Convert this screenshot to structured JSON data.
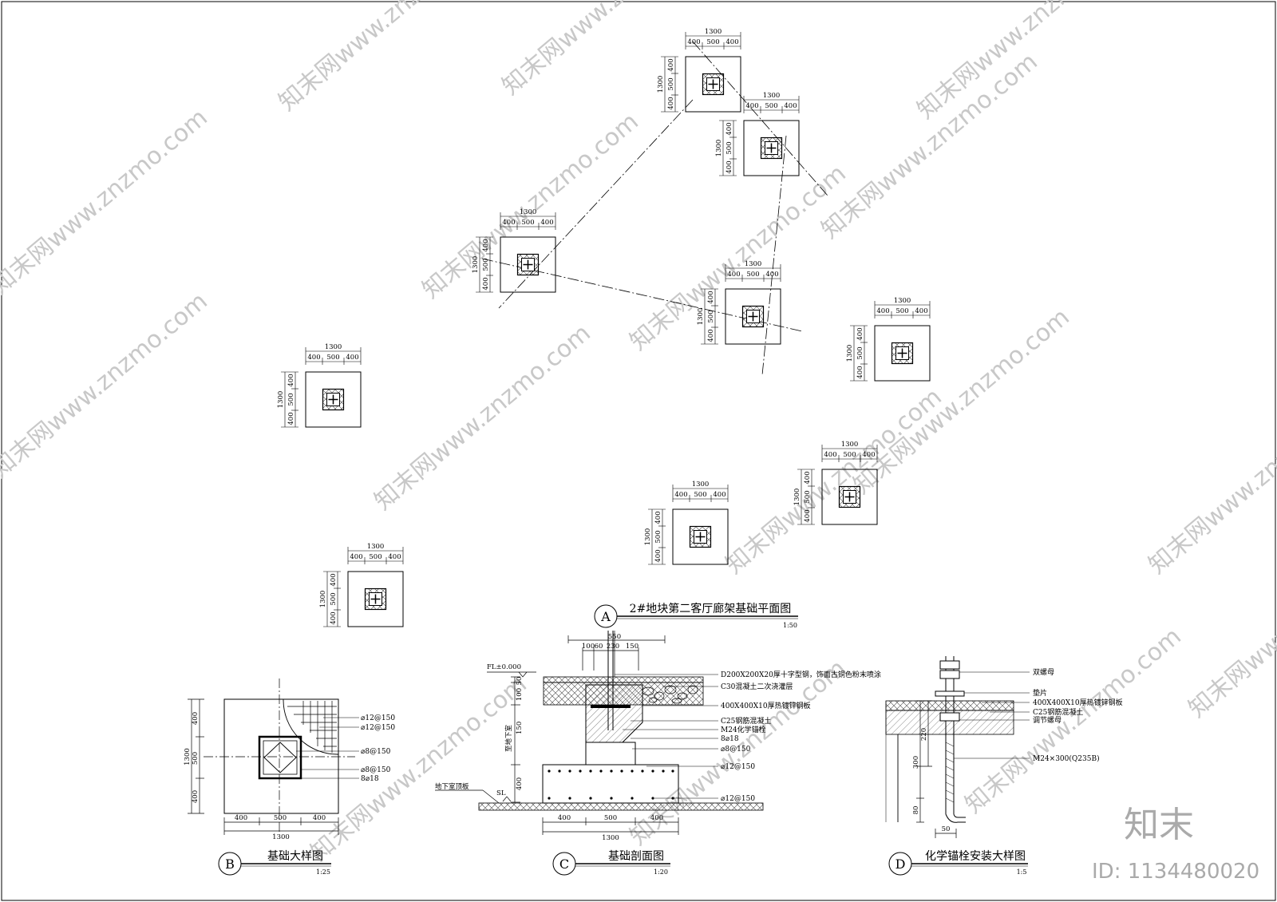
{
  "dims": {
    "total": "1300",
    "side": "400",
    "center": "500"
  },
  "plan": {
    "marker": "A",
    "title": "2#地块第二客厅廊架基础平面图",
    "scale": "1:50"
  },
  "detail_b": {
    "marker": "B",
    "title": "基础大样图",
    "scale": "1:25",
    "rebar_labels": [
      "⌀12@150",
      "⌀12@150",
      "⌀8@150",
      "⌀8@150",
      "8⌀18"
    ],
    "dim_bottom": [
      "400",
      "500",
      "400",
      "1300"
    ],
    "dim_left": [
      "400",
      "500",
      "400",
      "1300"
    ]
  },
  "section_c": {
    "marker": "C",
    "title": "基础剖面图",
    "scale": "1:20",
    "elevation": "FL±0.000",
    "top_dims": [
      "550",
      "100",
      "60",
      "230",
      "150"
    ],
    "left_dims": [
      "50",
      "100",
      "150"
    ],
    "level_dim": "400",
    "side_note": "至地下室",
    "roof_label": "地下室顶板",
    "sl_label": "SL",
    "callouts": [
      "D200X200X20厚十字型钢，饰面古铜色粉末喷涂",
      "C30混凝土二次浇灌层",
      "400X400X10厚热镀锌钢板",
      "C25钢筋混凝土",
      "M24化学锚栓",
      "8⌀18",
      "⌀8@150",
      "⌀12@150",
      "⌀12@150"
    ],
    "dim_bottom": [
      "400",
      "500",
      "400",
      "1300"
    ]
  },
  "detail_d": {
    "marker": "D",
    "title": "化学锚栓安装大样图",
    "scale": "1:5",
    "callouts": [
      "双螺母",
      "垫片",
      "400X400X10厚热镀锌钢板",
      "C25钢筋混凝土",
      "调节螺母",
      "M24×300(Q235B)"
    ],
    "dims_left": [
      "220",
      "300",
      "80"
    ],
    "dim_bottom": "50"
  },
  "watermark": {
    "text": "知末网www.znzmo.com",
    "brand": "知末",
    "id": "ID: 1134480020"
  },
  "colors": {
    "line": "#000000",
    "hatch": "#555555",
    "watermark": "#c8c8c8"
  }
}
